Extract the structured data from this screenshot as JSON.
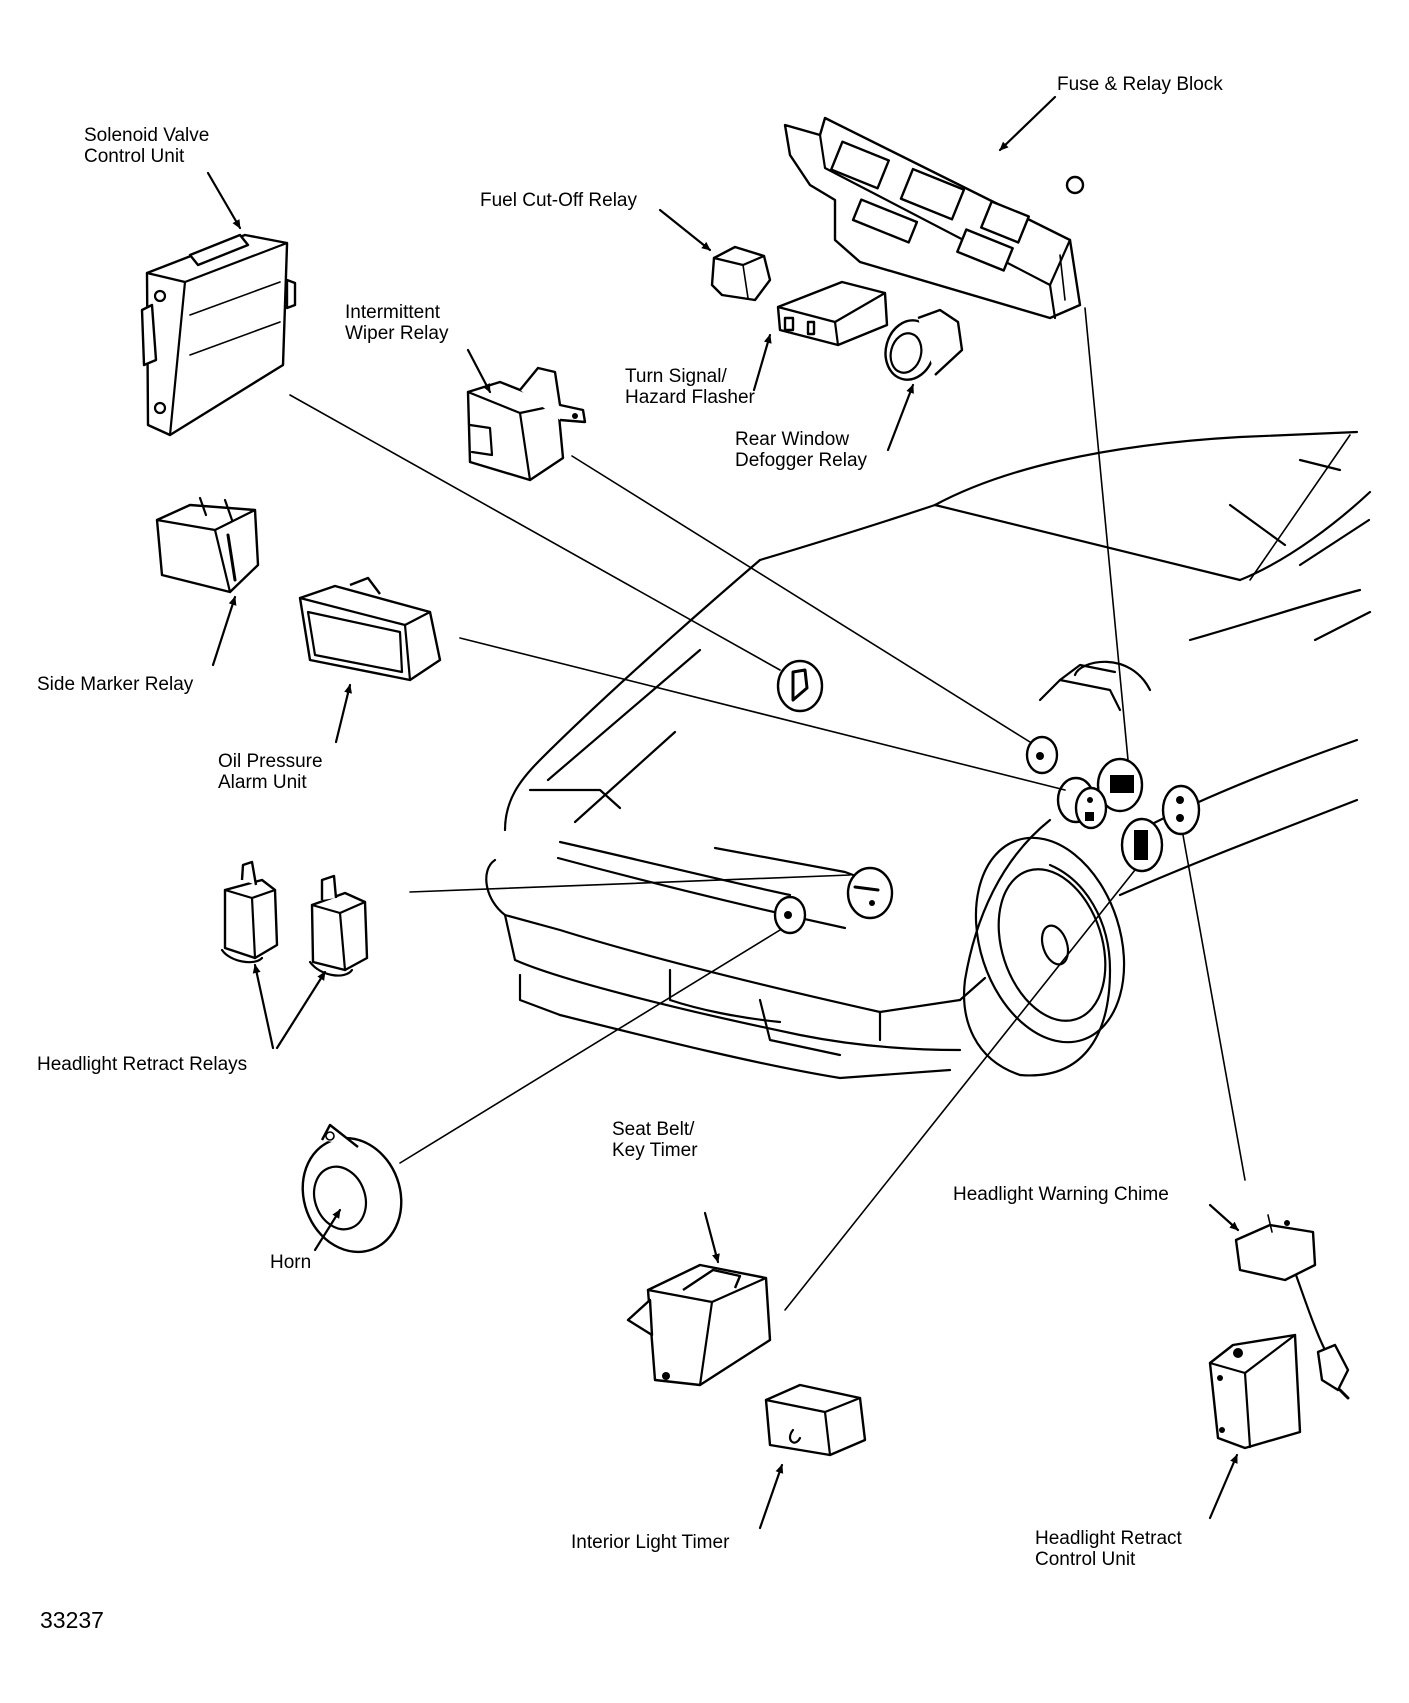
{
  "diagram": {
    "title": "Relay and module locations",
    "figure_number": "33237",
    "colors": {
      "ink": "#000000",
      "paper": "#ffffff"
    },
    "labels": [
      {
        "id": "solenoid-valve-control-unit",
        "lines": [
          "Solenoid Valve",
          "Control Unit"
        ]
      },
      {
        "id": "fuel-cut-off-relay",
        "lines": [
          "Fuel Cut-Off Relay"
        ]
      },
      {
        "id": "fuse-relay-block",
        "lines": [
          "Fuse & Relay Block"
        ]
      },
      {
        "id": "intermittent-wiper-relay",
        "lines": [
          "Intermittent",
          "Wiper Relay"
        ]
      },
      {
        "id": "turn-signal-hazard-flasher",
        "lines": [
          "Turn Signal/",
          "Hazard Flasher"
        ]
      },
      {
        "id": "rear-window-defogger-relay",
        "lines": [
          "Rear Window",
          "Defogger Relay"
        ]
      },
      {
        "id": "side-marker-relay",
        "lines": [
          "Side Marker Relay"
        ]
      },
      {
        "id": "oil-pressure-alarm-unit",
        "lines": [
          "Oil Pressure",
          "Alarm Unit"
        ]
      },
      {
        "id": "headlight-retract-relays",
        "lines": [
          "Headlight Retract Relays"
        ]
      },
      {
        "id": "horn",
        "lines": [
          "Horn"
        ]
      },
      {
        "id": "seat-belt-key-timer",
        "lines": [
          "Seat Belt/",
          "Key Timer"
        ]
      },
      {
        "id": "headlight-warning-chime",
        "lines": [
          "Headlight Warning Chime"
        ]
      },
      {
        "id": "interior-light-timer",
        "lines": [
          "Interior Light Timer"
        ]
      },
      {
        "id": "headlight-retract-control-unit",
        "lines": [
          "Headlight Retract",
          "Control Unit"
        ]
      }
    ]
  }
}
